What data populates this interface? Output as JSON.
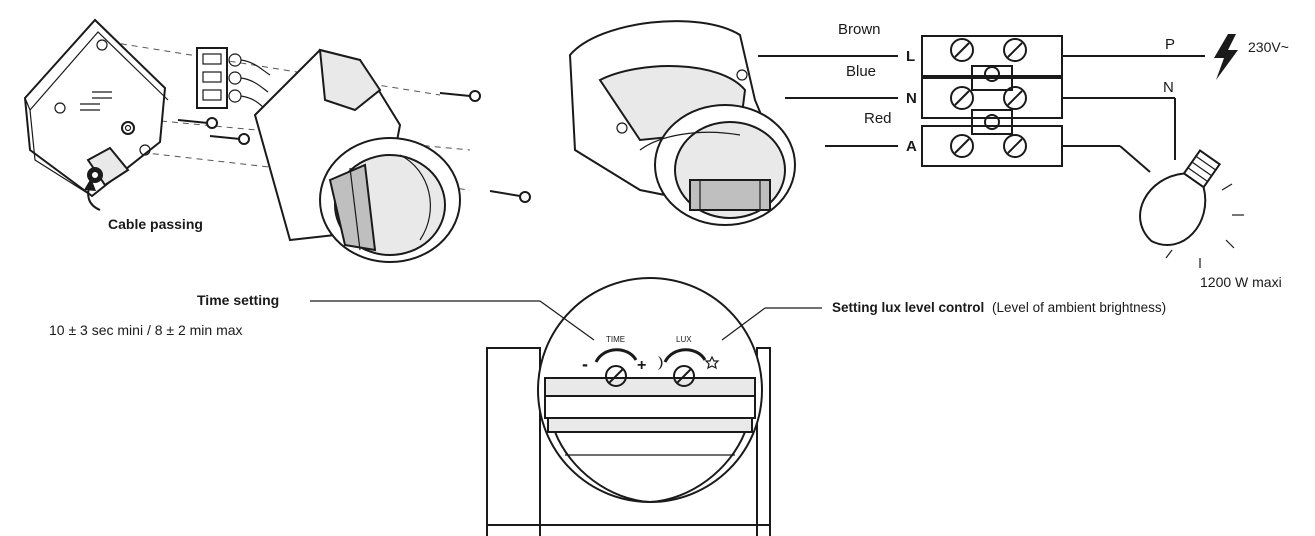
{
  "exploded_view": {
    "cable_passing_label": "Cable passing"
  },
  "wiring": {
    "wire_labels": [
      "Brown",
      "Blue",
      "Red"
    ],
    "terminal_labels": [
      "L",
      "N",
      "A"
    ],
    "supply_phase_label": "P",
    "supply_neutral_label": "N",
    "voltage_label": "230V~",
    "lamp_rating_label": "1200 W maxi"
  },
  "controls": {
    "time_title": "Time setting",
    "time_range": "10 ± 3 sec mini / 8 ± 2 min max",
    "lux_title": "Setting lux level control",
    "lux_note": "(Level of ambient brightness)",
    "time_knob_label": "TIME",
    "lux_knob_label": "LUX",
    "minus_sign": "-",
    "plus_sign": "+"
  }
}
